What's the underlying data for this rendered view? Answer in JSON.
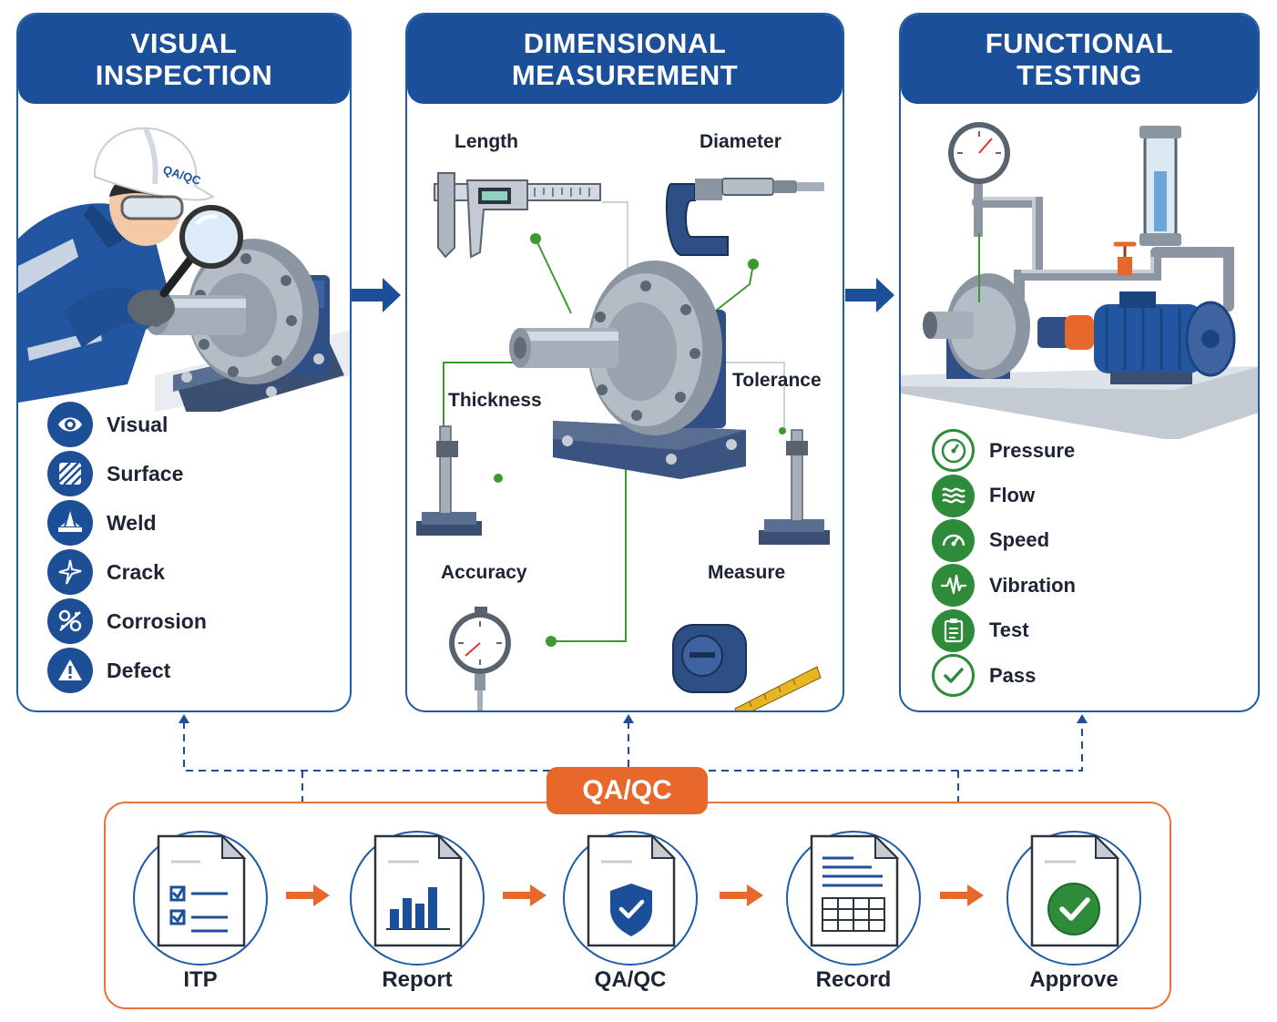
{
  "visual_inspection": {
    "title_line1": "VISUAL",
    "title_line2": "INSPECTION",
    "helmet_text": "QA/QC",
    "items": [
      {
        "label": "Visual",
        "icon": "eye-icon"
      },
      {
        "label": "Surface",
        "icon": "surface-hatch-icon"
      },
      {
        "label": "Weld",
        "icon": "weld-icon"
      },
      {
        "label": "Crack",
        "icon": "crack-icon"
      },
      {
        "label": "Corrosion",
        "icon": "corrosion-icon"
      },
      {
        "label": "Defect",
        "icon": "warning-icon"
      }
    ]
  },
  "dimensional_measurement": {
    "title_line1": "DIMENSIONAL",
    "title_line2": "MEASUREMENT",
    "labels": {
      "length": "Length",
      "diameter": "Diameter",
      "thickness": "Thickness",
      "tolerance": "Tolerance",
      "accuracy": "Accuracy",
      "measure": "Measure"
    }
  },
  "functional_testing": {
    "title_line1": "FUNCTIONAL",
    "title_line2": "TESTING",
    "items": [
      {
        "label": "Pressure",
        "icon": "pressure-gauge-icon"
      },
      {
        "label": "Flow",
        "icon": "flow-waves-icon"
      },
      {
        "label": "Speed",
        "icon": "speedometer-icon"
      },
      {
        "label": "Vibration",
        "icon": "vibration-icon"
      },
      {
        "label": "Test",
        "icon": "clipboard-icon"
      },
      {
        "label": "Pass",
        "icon": "checkmark-icon"
      }
    ]
  },
  "qaqc": {
    "badge": "QA/QC",
    "steps": [
      {
        "label": "ITP",
        "icon": "checklist-document-icon"
      },
      {
        "label": "Report",
        "icon": "bar-chart-document-icon"
      },
      {
        "label": "QA/QC",
        "icon": "shield-document-icon"
      },
      {
        "label": "Record",
        "icon": "table-document-icon"
      },
      {
        "label": "Approve",
        "icon": "approved-document-icon"
      }
    ]
  },
  "colors": {
    "primary_blue": "#1c4f99",
    "accent_orange": "#e8672a",
    "accent_green": "#2e8b3a",
    "metal_gray": "#9aa3ad",
    "text_dark": "#1d2433"
  }
}
